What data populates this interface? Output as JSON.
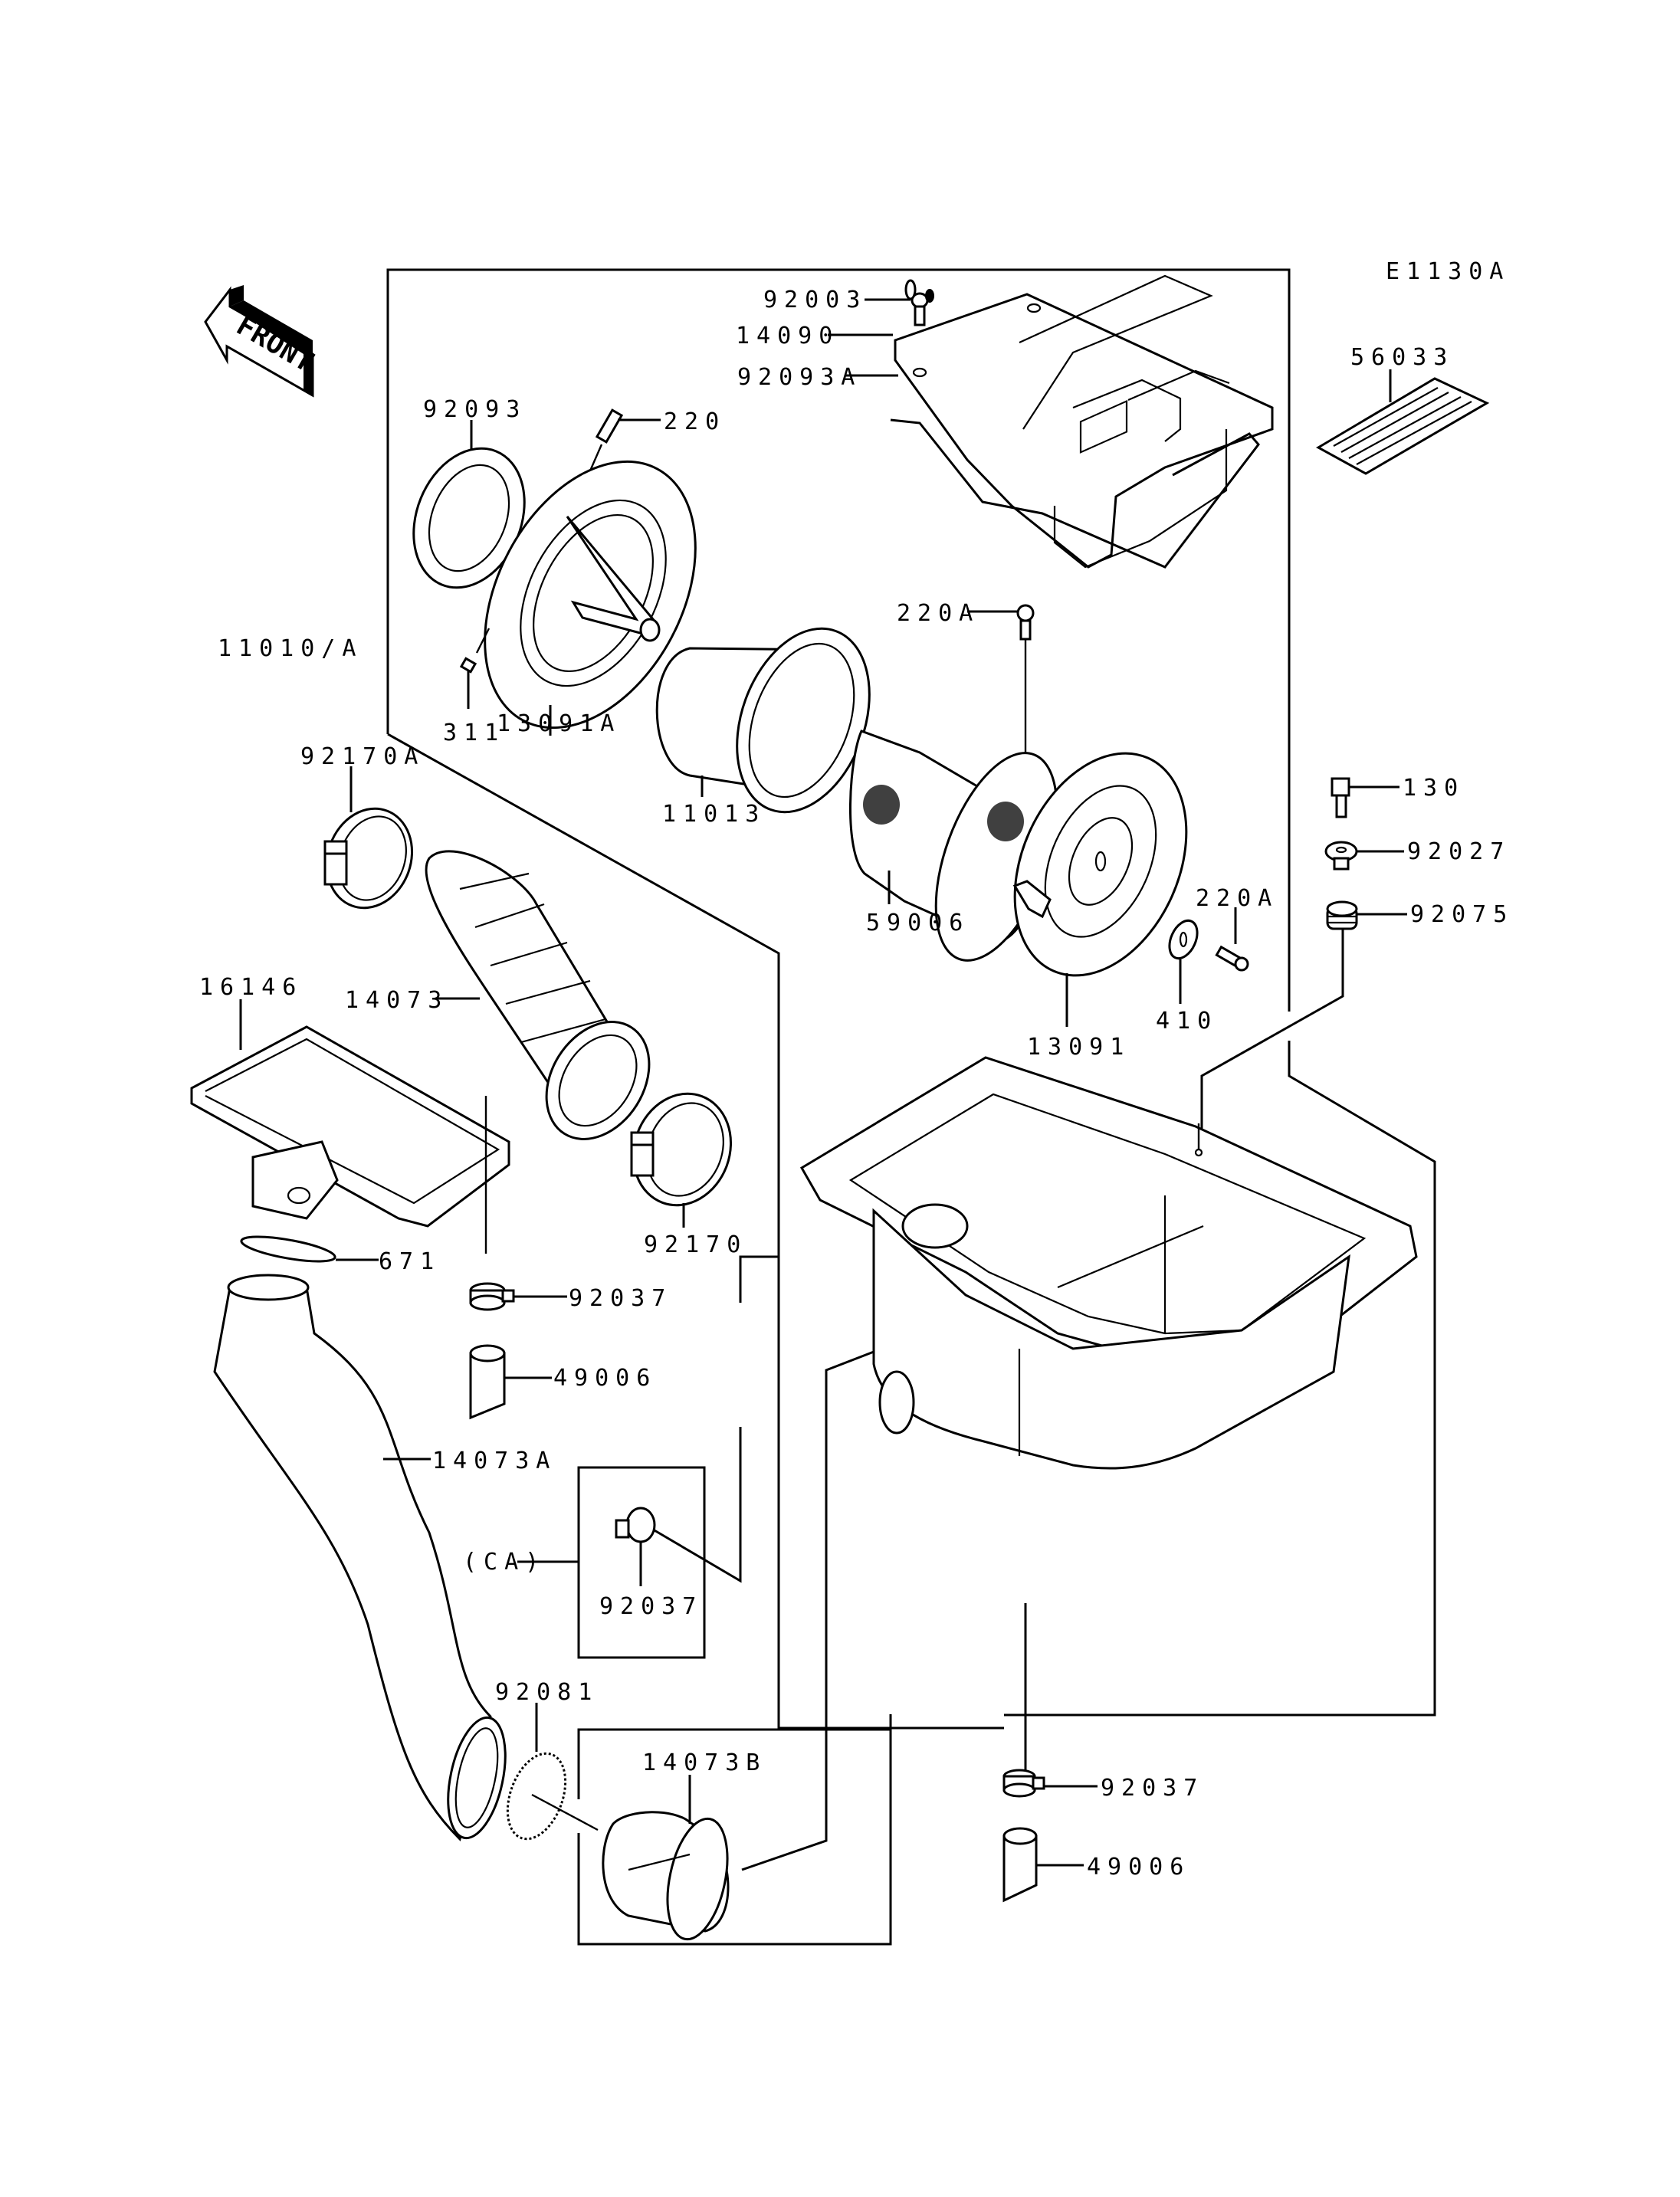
{
  "diagram": {
    "title": "Air Cleaner exploded parts diagram",
    "figure_code": "E1130A",
    "front_indicator": "FRONT",
    "colors": {
      "line": "#000000",
      "background": "#ffffff"
    },
    "callouts": [
      {
        "id": "92003",
        "label": "92003"
      },
      {
        "id": "14090",
        "label": "14090"
      },
      {
        "id": "92093A",
        "label": "92093A"
      },
      {
        "id": "56033",
        "label": "56033"
      },
      {
        "id": "92093",
        "label": "92093"
      },
      {
        "id": "220",
        "label": "220"
      },
      {
        "id": "11010A",
        "label": "11010/A"
      },
      {
        "id": "311",
        "label": "311"
      },
      {
        "id": "13091A",
        "label": "13091A"
      },
      {
        "id": "11013",
        "label": "11013"
      },
      {
        "id": "220A_top",
        "label": "220A"
      },
      {
        "id": "130",
        "label": "130"
      },
      {
        "id": "92027",
        "label": "92027"
      },
      {
        "id": "92075",
        "label": "92075"
      },
      {
        "id": "92170A",
        "label": "92170A"
      },
      {
        "id": "59006",
        "label": "59006"
      },
      {
        "id": "220A_right",
        "label": "220A"
      },
      {
        "id": "410",
        "label": "410"
      },
      {
        "id": "13091",
        "label": "13091"
      },
      {
        "id": "16146",
        "label": "16146"
      },
      {
        "id": "14073",
        "label": "14073"
      },
      {
        "id": "92170",
        "label": "92170"
      },
      {
        "id": "671",
        "label": "671"
      },
      {
        "id": "92037_mid",
        "label": "92037"
      },
      {
        "id": "49006_mid",
        "label": "49006"
      },
      {
        "id": "14073A",
        "label": "14073A"
      },
      {
        "id": "CA",
        "label": "(CA)"
      },
      {
        "id": "92037_ca",
        "label": "92037"
      },
      {
        "id": "92081",
        "label": "92081"
      },
      {
        "id": "14073B",
        "label": "14073B"
      },
      {
        "id": "92037_bottom",
        "label": "92037"
      },
      {
        "id": "49006_bottom",
        "label": "49006"
      }
    ]
  }
}
